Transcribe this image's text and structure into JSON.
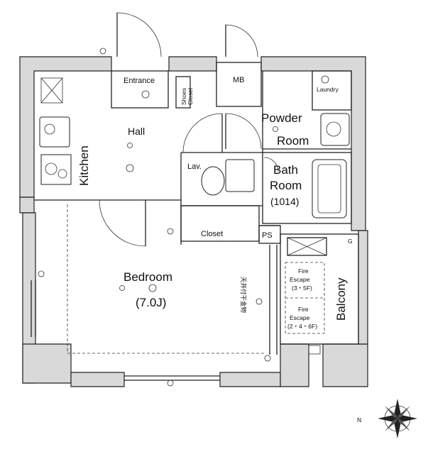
{
  "rooms": {
    "entrance": "Entrance",
    "shoes_closet_1": "Shoes",
    "shoes_closet_2": "Closet",
    "mb": "MB",
    "laundry": "Laundry",
    "powder_room_1": "Powder",
    "powder_room_2": "Room",
    "hall": "Hall",
    "kitchen": "Kitchen",
    "lav": "Lav.",
    "bath_room_1": "Bath",
    "bath_room_2": "Room",
    "bath_size": "(1014)",
    "closet": "Closet",
    "ps": "PS",
    "g_mark": "G",
    "bedroom": "Bedroom",
    "bedroom_size": "(7.0J)",
    "ceiling_note": "天井付干金物",
    "fire_escape_1_a": "Fire",
    "fire_escape_1_b": "Escape",
    "fire_escape_1_c": "(3・5F)",
    "fire_escape_2_a": "Fire",
    "fire_escape_2_b": "Escape",
    "fire_escape_2_c": "(2・4・6F)",
    "balcony": "Balcony",
    "compass_label": "N"
  }
}
